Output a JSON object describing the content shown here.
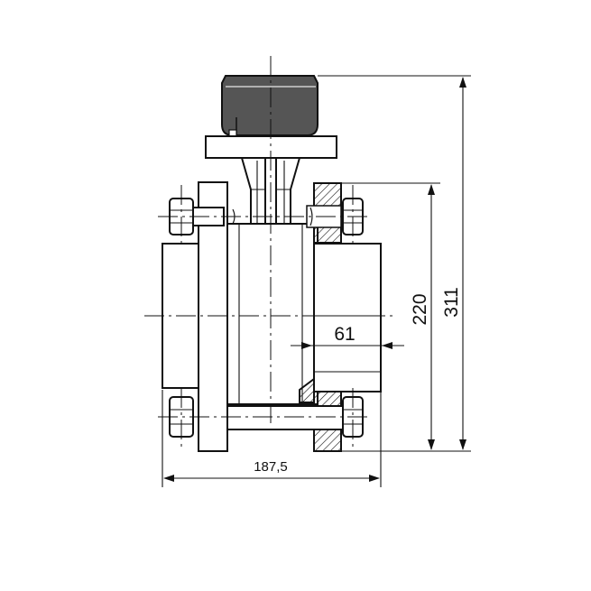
{
  "dimensions": {
    "overall_height": "311",
    "flange_height": "220",
    "insertion_length": "61",
    "overall_length": "187,5"
  },
  "colors": {
    "line": "#111111",
    "actuator_fill": "#555555",
    "hatch": "#111111",
    "background": "#ffffff"
  }
}
